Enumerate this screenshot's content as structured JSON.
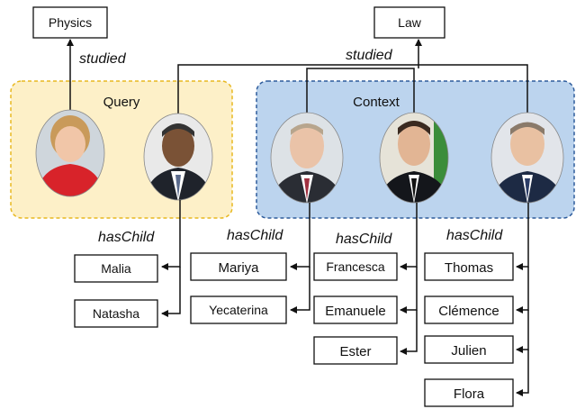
{
  "top_nodes": {
    "physics": "Physics",
    "law": "Law"
  },
  "groups": {
    "query": "Query",
    "context": "Context"
  },
  "relations": {
    "studied_left": "studied",
    "studied_right": "studied",
    "has_child_1": "hasChild",
    "has_child_2": "hasChild",
    "has_child_3": "hasChild",
    "has_child_4": "hasChild"
  },
  "children": {
    "col1": [
      "Malia",
      "Natasha"
    ],
    "col2": [
      "Mariya",
      "Yecaterina"
    ],
    "col3": [
      "Francesca",
      "Emanuele",
      "Ester"
    ],
    "col4": [
      "Thomas",
      "Clémence",
      "Julien",
      "Flora"
    ]
  },
  "colors": {
    "query_fill": "#fdf0c8",
    "query_border": "#e8b820",
    "context_fill": "#bcd4ee",
    "context_border": "#2e5c9c"
  }
}
